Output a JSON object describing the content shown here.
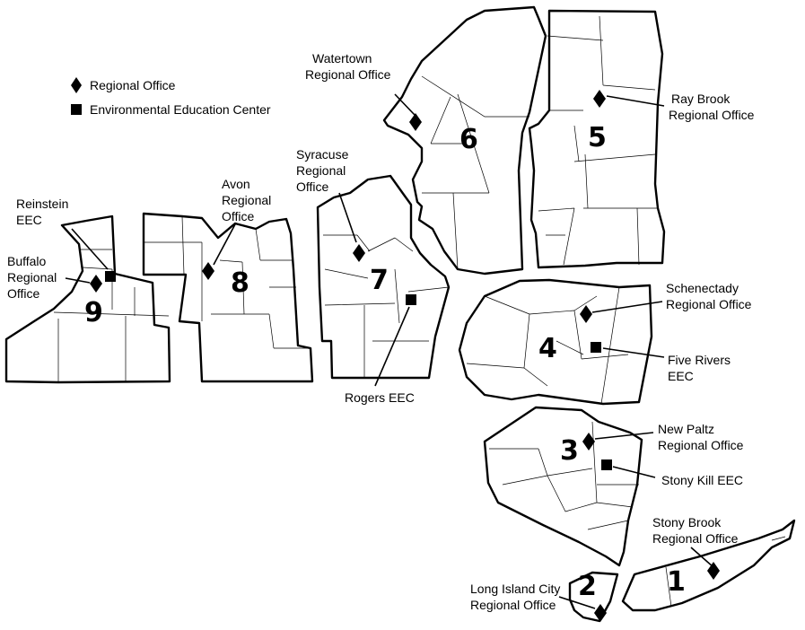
{
  "legend": {
    "regional_office": "Regional Office",
    "eec": "Environmental Education Center"
  },
  "regions": [
    {
      "number": "1"
    },
    {
      "number": "2"
    },
    {
      "number": "3"
    },
    {
      "number": "4"
    },
    {
      "number": "5"
    },
    {
      "number": "6"
    },
    {
      "number": "7"
    },
    {
      "number": "8"
    },
    {
      "number": "9"
    }
  ],
  "offices": [
    {
      "lines": [
        "Watertown",
        "Regional Office"
      ]
    },
    {
      "lines": [
        "Ray Brook",
        "Regional Office"
      ]
    },
    {
      "lines": [
        "Syracuse",
        "Regional",
        "Office"
      ]
    },
    {
      "lines": [
        "Avon",
        "Regional",
        "Office"
      ]
    },
    {
      "lines": [
        "Reinstein",
        "EEC"
      ]
    },
    {
      "lines": [
        "Buffalo",
        "Regional",
        "Office"
      ]
    },
    {
      "lines": [
        "Rogers EEC"
      ]
    },
    {
      "lines": [
        "Schenectady",
        "Regional Office"
      ]
    },
    {
      "lines": [
        "Five Rivers",
        "EEC"
      ]
    },
    {
      "lines": [
        "New Paltz",
        "Regional Office"
      ]
    },
    {
      "lines": [
        "Stony Kill EEC"
      ]
    },
    {
      "lines": [
        "Stony Brook",
        "Regional Office"
      ]
    },
    {
      "lines": [
        "Long Island City",
        "Regional Office"
      ]
    }
  ]
}
